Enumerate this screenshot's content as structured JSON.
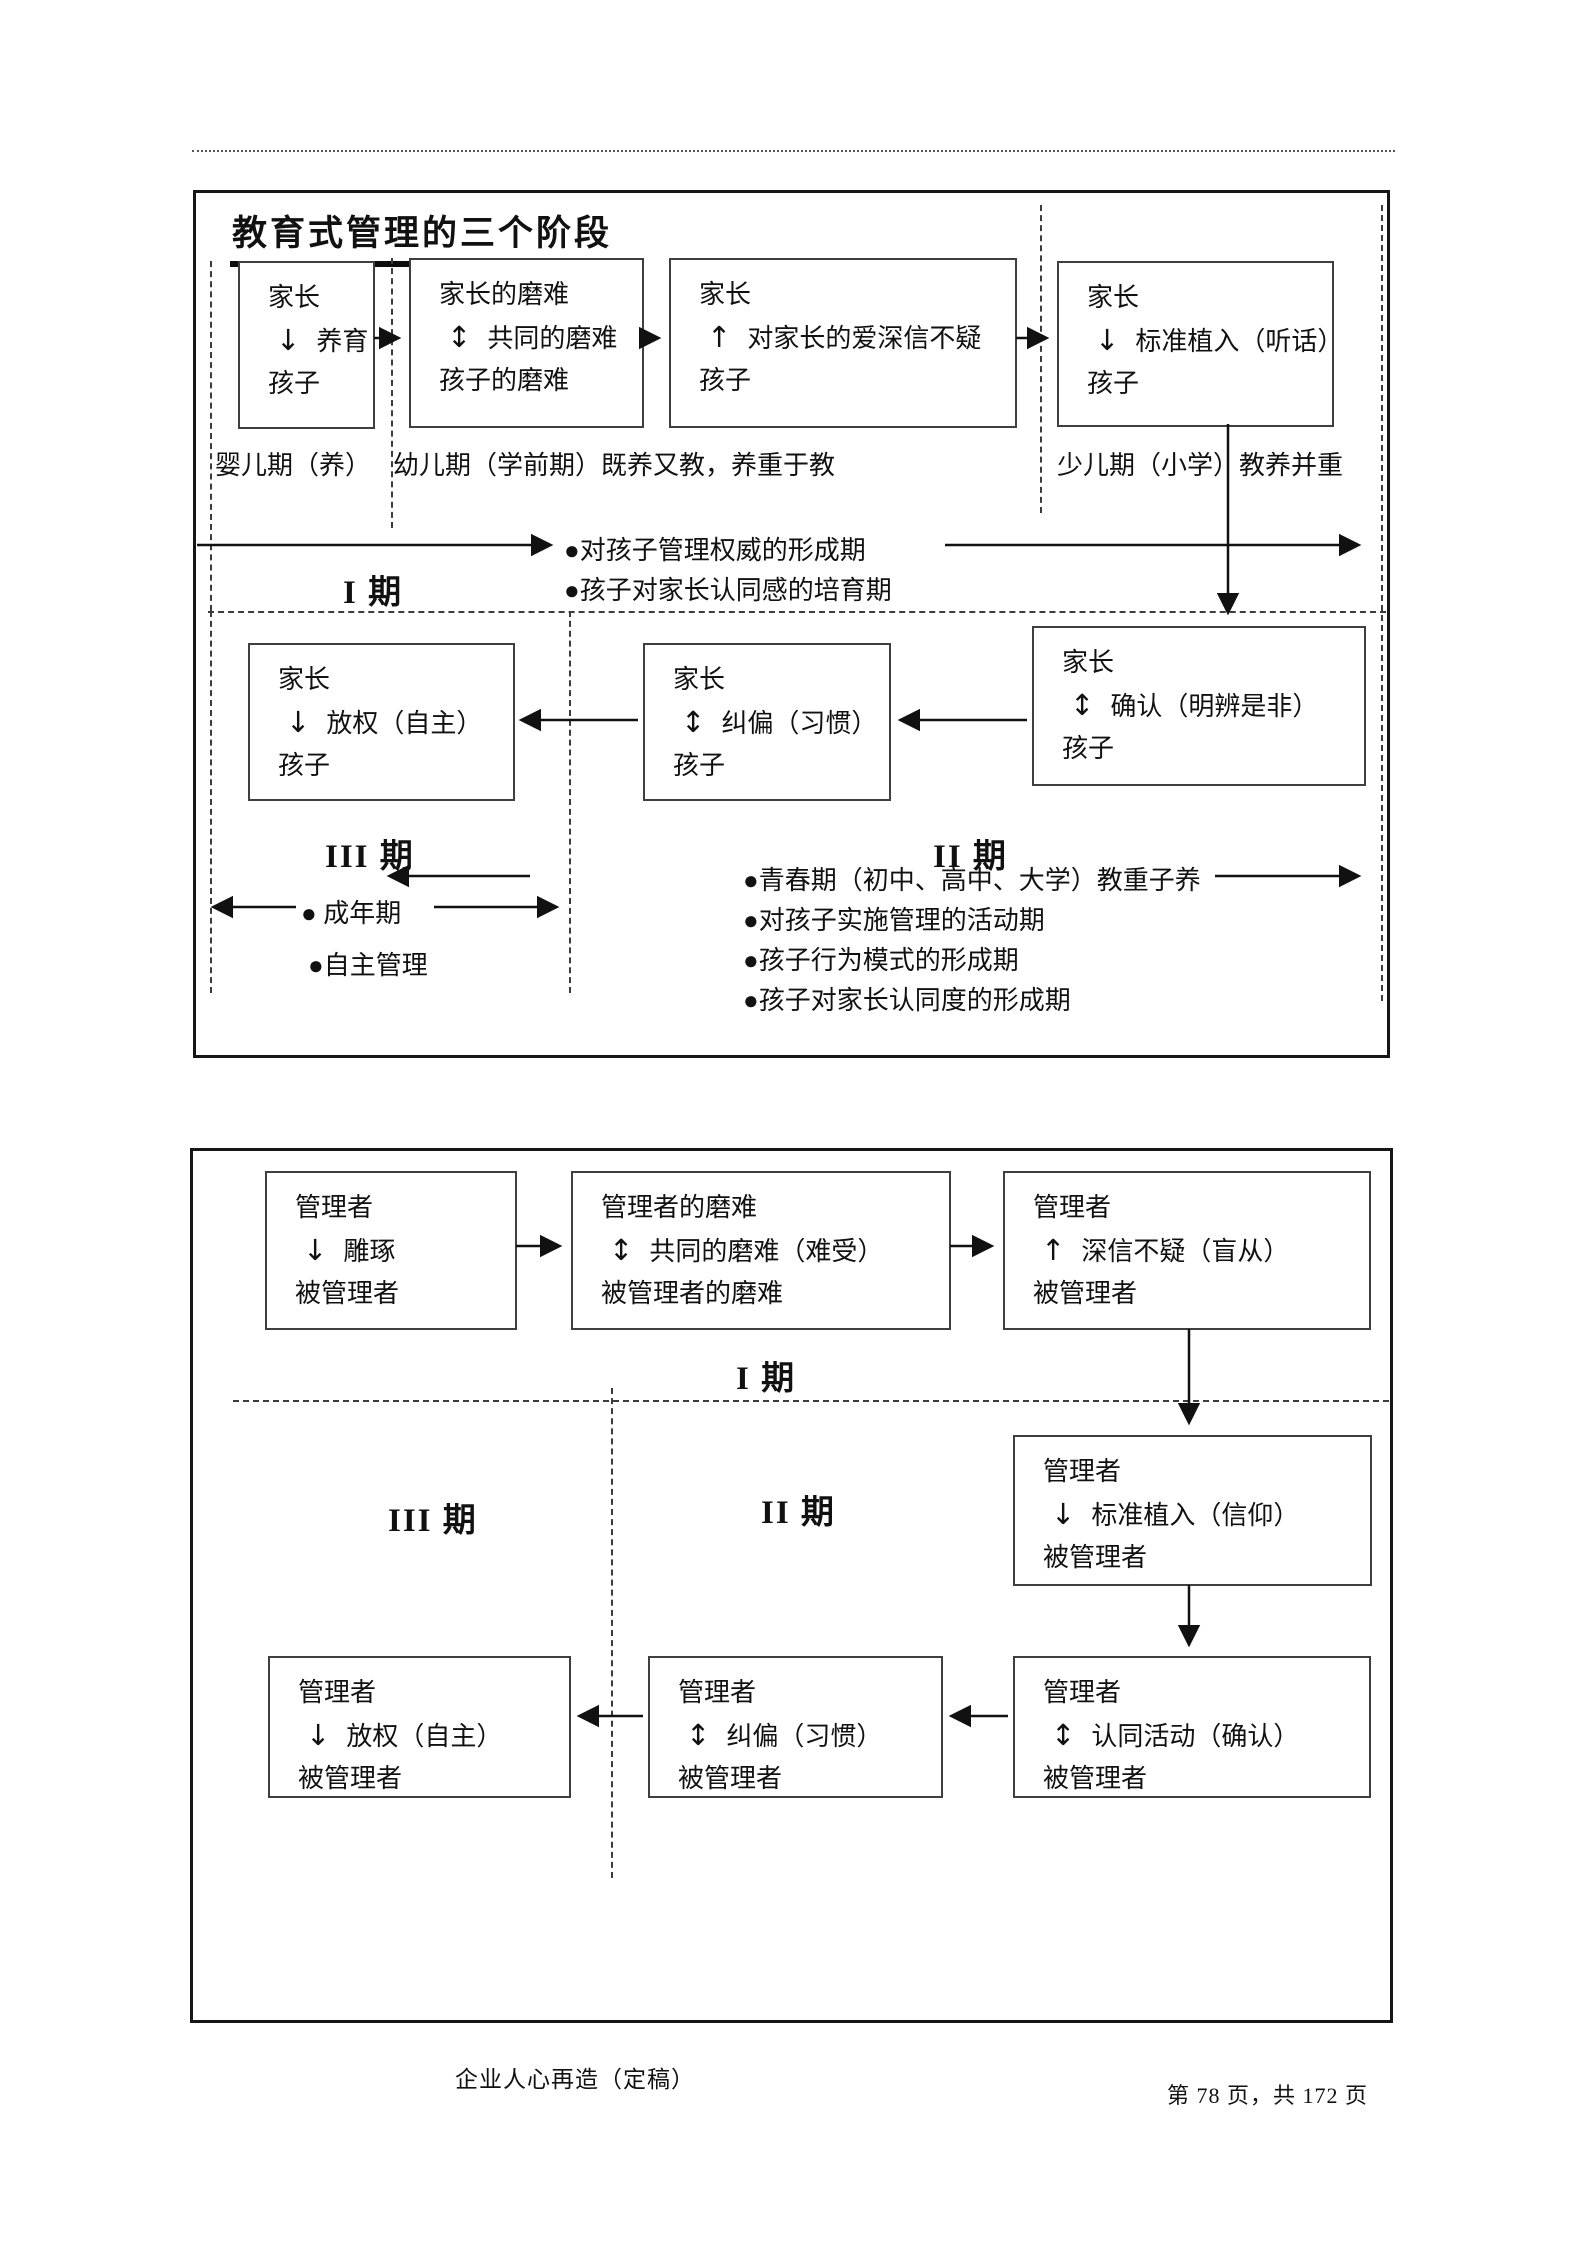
{
  "page": {
    "footer_left": "企业人心再造（定稿）",
    "footer_right": "第 78 页，共 172 页"
  },
  "colors": {
    "ink": "#111111",
    "box_border": "#3f3f3f"
  },
  "figure1": {
    "title": "教育式管理的三个阶段",
    "boxes": {
      "b1": {
        "top": "家长",
        "arrow": "↓",
        "label": "养育",
        "bottom": "孩子"
      },
      "b2": {
        "top": "家长的磨难",
        "arrow": "↕",
        "label": "共同的磨难",
        "bottom": "孩子的磨难"
      },
      "b3": {
        "top": "家长",
        "arrow": "↑",
        "label": "对家长的爱深信不疑",
        "bottom": "孩子"
      },
      "b4": {
        "top": "家长",
        "arrow": "↓",
        "label": "标准植入（听话）",
        "bottom": "孩子"
      },
      "b5": {
        "top": "家长",
        "arrow": "↕",
        "label": "确认（明辨是非）",
        "bottom": "孩子"
      },
      "b6": {
        "top": "家长",
        "arrow": "↕",
        "label": "纠偏（习惯）",
        "bottom": "孩子"
      },
      "b7": {
        "top": "家长",
        "arrow": "↓",
        "label": "放权（自主）",
        "bottom": "孩子"
      }
    },
    "stage_labels": {
      "infant": "婴儿期（养）",
      "toddler": "幼儿期（学前期）既养又教，养重于教",
      "child": "少儿期（小学）教养并重"
    },
    "period1_label": "I 期",
    "period1_bullets": [
      "●对孩子管理权威的形成期",
      "●孩子对家长认同感的培育期"
    ],
    "period2_label": "II 期",
    "period2_bullets": [
      "●青春期（初中、高中、大学）教重子养",
      "●对孩子实施管理的活动期",
      "●孩子行为模式的形成期",
      "●孩子对家长认同度的形成期"
    ],
    "period3_label": "III 期",
    "period3_bullets": [
      "● 成年期",
      "●自主管理"
    ]
  },
  "figure2": {
    "boxes": {
      "m1": {
        "top": "管理者",
        "arrow": "↓",
        "label": "雕琢",
        "bottom": "被管理者"
      },
      "m2": {
        "top": "管理者的磨难",
        "arrow": "↕",
        "label": "共同的磨难（难受）",
        "bottom": "被管理者的磨难"
      },
      "m3": {
        "top": "管理者",
        "arrow": "↑",
        "label": "深信不疑（盲从）",
        "bottom": "被管理者"
      },
      "m4": {
        "top": "管理者",
        "arrow": "↓",
        "label": "标准植入（信仰）",
        "bottom": "被管理者"
      },
      "m5": {
        "top": "管理者",
        "arrow": "↕",
        "label": "认同活动（确认）",
        "bottom": "被管理者"
      },
      "m6": {
        "top": "管理者",
        "arrow": "↕",
        "label": "纠偏（习惯）",
        "bottom": "被管理者"
      },
      "m7": {
        "top": "管理者",
        "arrow": "↓",
        "label": "放权（自主）",
        "bottom": "被管理者"
      }
    },
    "period1_label": "I 期",
    "period2_label": "II 期",
    "period3_label": "III 期"
  }
}
